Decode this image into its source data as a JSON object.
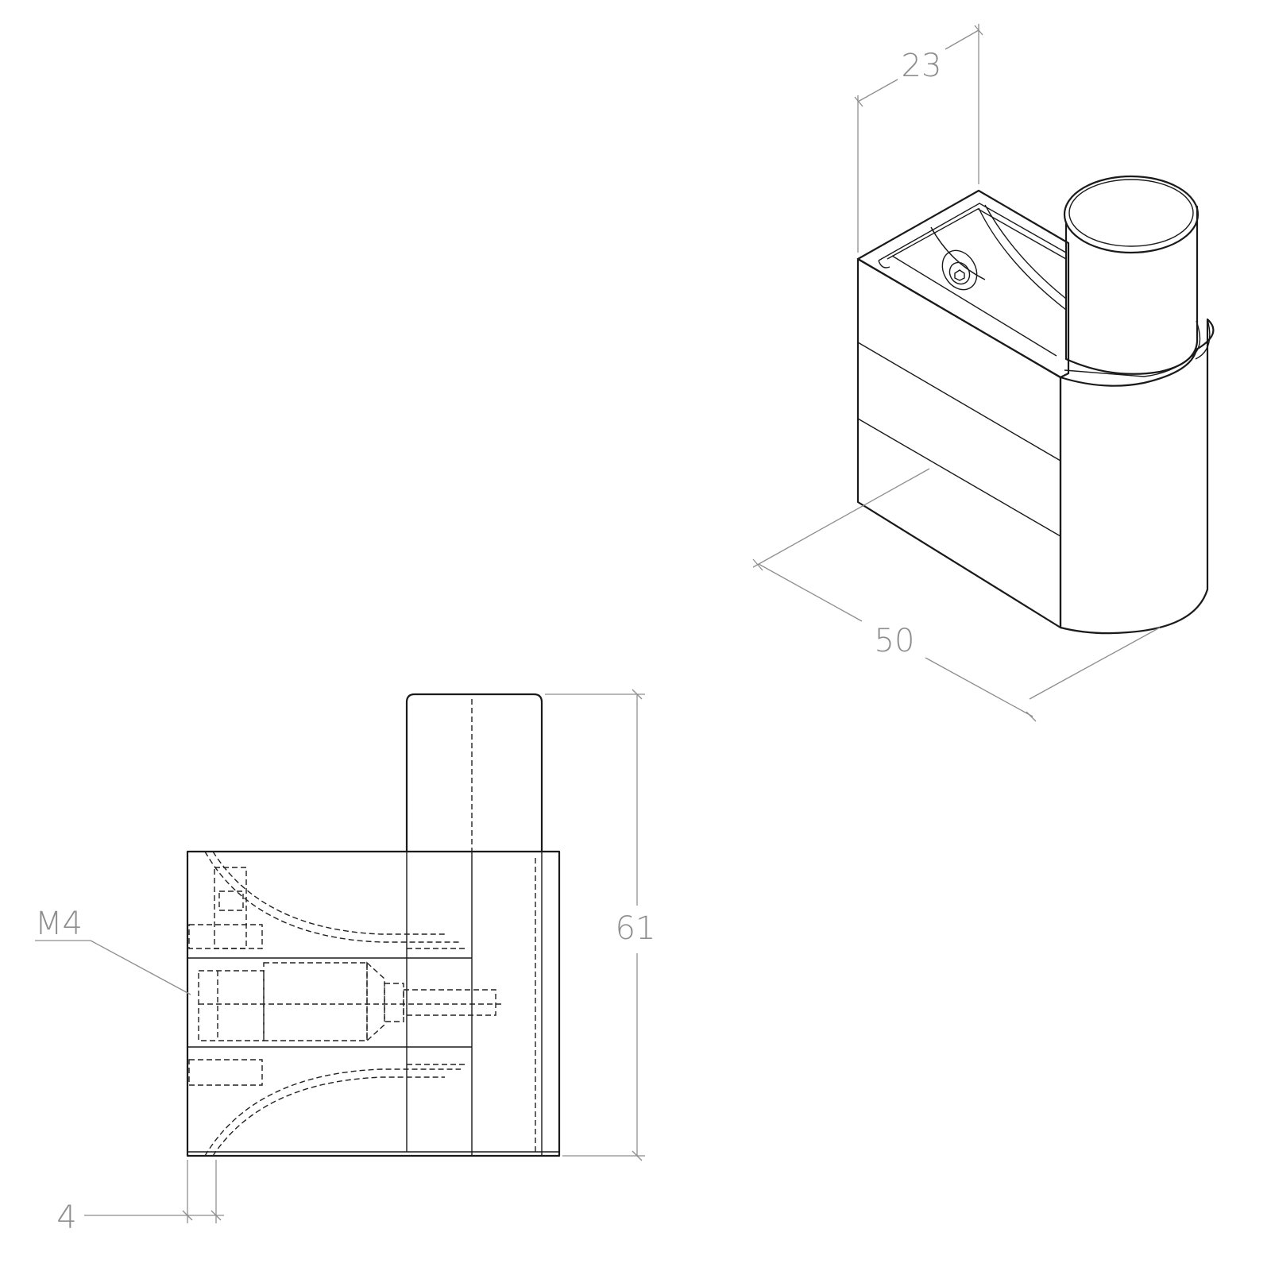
{
  "drawing": {
    "dimensions": {
      "width_top": "23",
      "depth": "50",
      "height": "61",
      "offset": "4"
    },
    "callouts": {
      "thread": "M4"
    }
  },
  "colors": {
    "line": "#1a1a1a",
    "dimension": "#8e8e8e",
    "background": "#ffffff"
  }
}
